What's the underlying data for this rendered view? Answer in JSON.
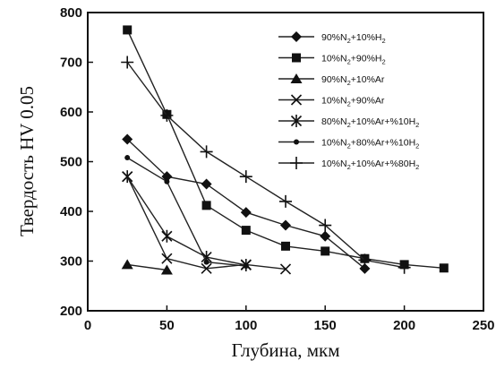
{
  "chart_data": {
    "type": "line",
    "xlabel": "Глубина, мкм",
    "ylabel": "Твердость HV 0.05",
    "xlim": [
      0,
      250
    ],
    "ylim": [
      200,
      800
    ],
    "xticks": [
      0,
      50,
      100,
      150,
      200,
      250
    ],
    "yticks": [
      200,
      300,
      400,
      500,
      600,
      700,
      800
    ],
    "grid": false,
    "legend_position": "top-right",
    "series": [
      {
        "name_parts": [
          "90%N",
          "2",
          "+10%H",
          "2"
        ],
        "marker": "diamond",
        "points": [
          [
            25,
            545
          ],
          [
            50,
            470
          ],
          [
            75,
            455
          ],
          [
            100,
            398
          ],
          [
            125,
            372
          ],
          [
            150,
            350
          ],
          [
            175,
            285
          ]
        ]
      },
      {
        "name_parts": [
          "10%N",
          "2",
          "+90%H",
          "2"
        ],
        "marker": "square",
        "points": [
          [
            25,
            765
          ],
          [
            50,
            595
          ],
          [
            75,
            412
          ],
          [
            100,
            362
          ],
          [
            125,
            330
          ],
          [
            150,
            320
          ],
          [
            175,
            305
          ],
          [
            200,
            293
          ],
          [
            225,
            286
          ]
        ]
      },
      {
        "name_parts": [
          "90%N",
          "2",
          "+10%Ar"
        ],
        "marker": "triangle",
        "points": [
          [
            25,
            293
          ],
          [
            50,
            282
          ]
        ]
      },
      {
        "name_parts": [
          "10%N",
          "2",
          "+90%Ar"
        ],
        "marker": "x",
        "points": [
          [
            25,
            470
          ],
          [
            50,
            305
          ],
          [
            75,
            285
          ],
          [
            100,
            293
          ],
          [
            125,
            284
          ]
        ]
      },
      {
        "name_parts": [
          "80%N",
          "2",
          "+10%Ar+%10H",
          "2"
        ],
        "marker": "asterisk",
        "points": [
          [
            25,
            470
          ],
          [
            50,
            350
          ],
          [
            75,
            308
          ],
          [
            100,
            292
          ]
        ]
      },
      {
        "name_parts": [
          "10%N",
          "2",
          "+80%Ar+%10H",
          "2"
        ],
        "marker": "dot",
        "points": [
          [
            25,
            508
          ],
          [
            50,
            460
          ],
          [
            75,
            298
          ],
          [
            100,
            290
          ]
        ]
      },
      {
        "name_parts": [
          "10%N",
          "2",
          "+10%Ar+%80H",
          "2"
        ],
        "marker": "plus",
        "points": [
          [
            25,
            700
          ],
          [
            50,
            593
          ],
          [
            75,
            520
          ],
          [
            100,
            470
          ],
          [
            125,
            420
          ],
          [
            150,
            372
          ],
          [
            175,
            302
          ],
          [
            200,
            287
          ]
        ]
      }
    ]
  }
}
